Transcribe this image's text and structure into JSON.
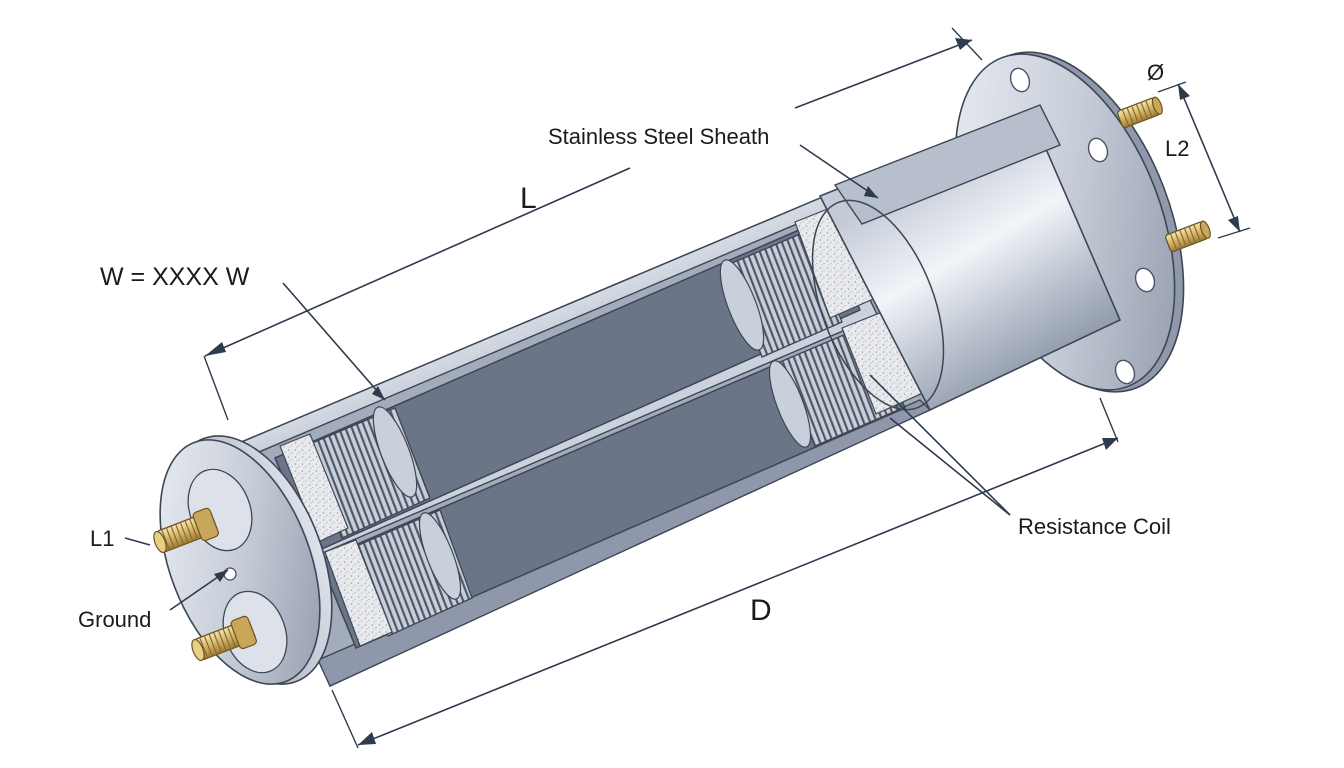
{
  "labels": {
    "length": "L",
    "wattage": "W = XXXX W",
    "sheath": "Stainless Steel Sheath",
    "diameter_symbol": "Ø",
    "terminal_spacing": "L2",
    "terminal_l1": "L1",
    "ground": "Ground",
    "resistance_coil": "Resistance Coil",
    "flange_distance": "D"
  },
  "colors": {
    "steel_light": "#eef1f6",
    "steel_mid": "#b9c1cf",
    "steel_dark": "#6f7a8e",
    "brass_light": "#f3e2a8",
    "brass_dark": "#a8823a",
    "insulation": "#e6e7ea",
    "line": "#2e3a4e"
  },
  "icons": [
    "terminal-stud-icon",
    "flange-bolt-hole-icon"
  ]
}
